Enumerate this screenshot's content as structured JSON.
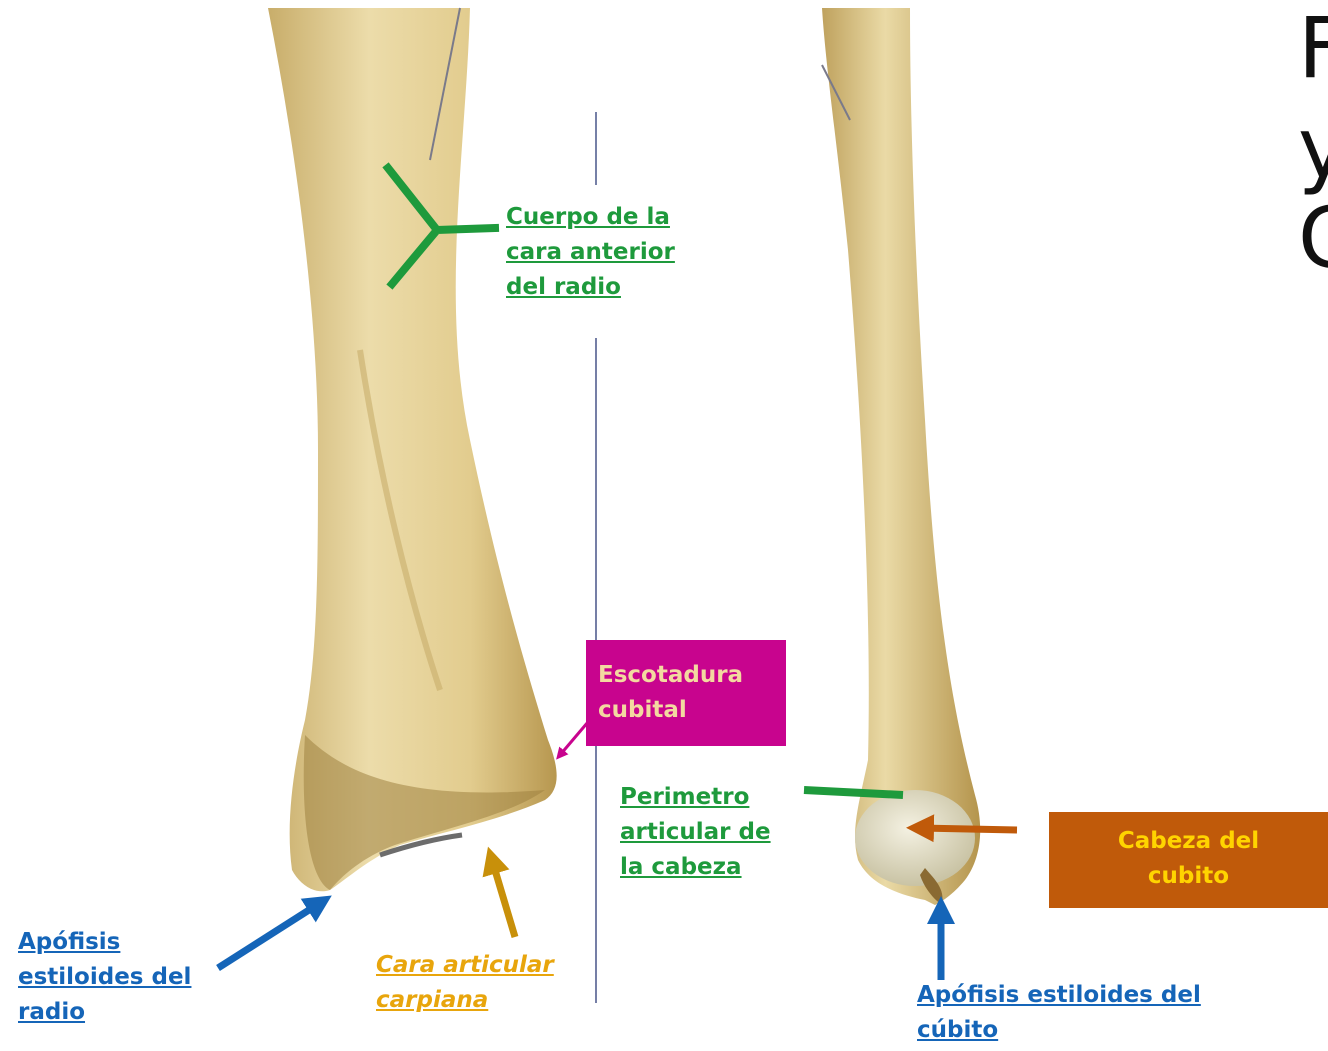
{
  "title_fragments": [
    "F",
    "y",
    "C"
  ],
  "labels": {
    "cuerpo": [
      "Cuerpo de la",
      "cara anterior",
      "del radio"
    ],
    "escotadura": [
      "Escotadura",
      "cubital"
    ],
    "perimetro": [
      "Perimetro",
      "articular de",
      "la cabeza"
    ],
    "cabeza": [
      "Cabeza del",
      "cubito"
    ],
    "apofisis_radio": [
      "Apófisis",
      "estiloides del",
      "radio"
    ],
    "cara_articular": [
      "Cara articular",
      "carpiana"
    ],
    "apofisis_cubito": [
      "Apófisis estiloides del",
      "cúbito"
    ]
  },
  "colors": {
    "green": "#1e9a3c",
    "blue": "#1565b8",
    "gold_arrow": "#c8900a",
    "gold_text": "#e8a50c",
    "magenta": "#c8048e",
    "orange": "#c05a0a",
    "yellow": "#ffd400",
    "bone": "#e6d29a"
  }
}
